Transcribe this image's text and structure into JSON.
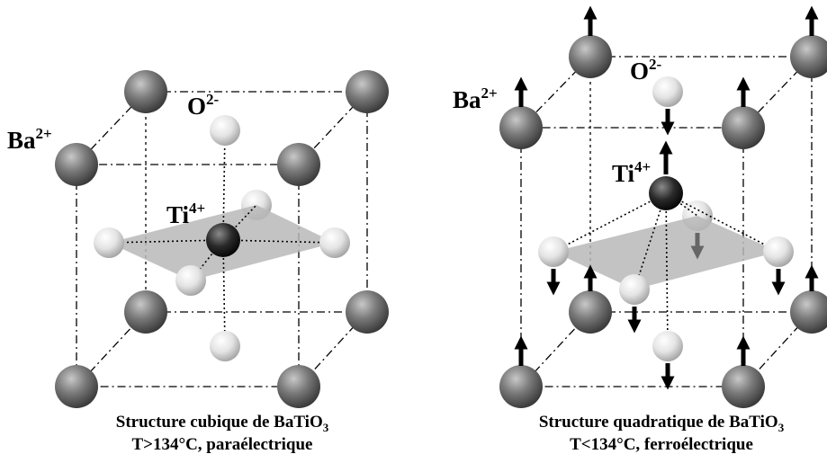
{
  "left": {
    "labels": {
      "ba": "Ba",
      "ba_charge": "2+",
      "o": "O",
      "o_charge": "2-",
      "ti": "Ti",
      "ti_charge": "4+"
    },
    "caption": {
      "line1": "Structure cubique de BaTiO",
      "line1_sub": "3",
      "line2": "T>134°C, paraélectrique"
    }
  },
  "right": {
    "labels": {
      "ba": "Ba",
      "ba_charge": "2+",
      "o": "O",
      "o_charge": "2-",
      "ti": "Ti",
      "ti_charge": "4+"
    },
    "caption": {
      "line1": "Structure quadratique de BaTiO",
      "line1_sub": "3",
      "line2": "T<134°C, ferroélectrique"
    }
  },
  "colors": {
    "ba_atom": "#6e6e6e",
    "o_atom": "#e2e2e2",
    "ti_atom": "#2a2a2a",
    "plane": "#b9b9b9",
    "down_arrow_back": "#666666"
  }
}
